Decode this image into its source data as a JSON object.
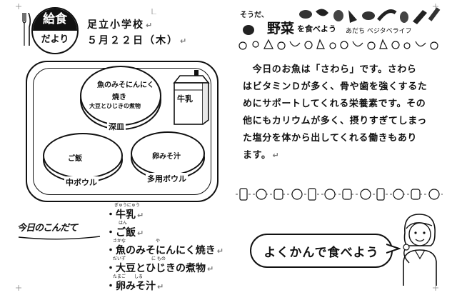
{
  "header": {
    "badge_top": "給食",
    "badge_bottom": "だより",
    "school": "足立小学校",
    "date": "５月２２日（木）"
  },
  "tray": {
    "main_dish_lines": [
      "魚のみそにんにく",
      "焼き",
      "大豆とひじきの煮物"
    ],
    "main_dish_plate": "深皿",
    "rice": "ご飯",
    "rice_bowl": "中ボウル",
    "soup": "卵みそ汁",
    "soup_bowl": "多用ボウル",
    "milk": "牛乳"
  },
  "menu_section": {
    "title": "今日のこんだて",
    "items": [
      "牛乳",
      "ご飯",
      "魚のみそにんにく焼き",
      "大豆とひじきの煮物",
      "卵みそ汁"
    ],
    "ruby": [
      "ぎゅうにゅう",
      "はん",
      "さかな　　　　　　　や",
      "だいず　　　　　　に もの",
      "たまご　　しる"
    ]
  },
  "vegetable_section": {
    "title_prefix": "そうだ、",
    "title_main": "野菜",
    "title_suffix": "を食べよう",
    "subtitle": "あだち ベジタベライフ"
  },
  "article": {
    "lines": [
      "今日のお魚は「さわら」です。さわら",
      "はビタミンＤが多く、骨や歯を強くするた",
      "めにサポートしてくれる栄養素です。その",
      "他にもカリウムが多く、摂りすぎてしまっ",
      "た塩分を体から出してくれる働きもあり",
      "ます。"
    ]
  },
  "slogan": "よくかんで食べよう",
  "return_mark": "↵"
}
